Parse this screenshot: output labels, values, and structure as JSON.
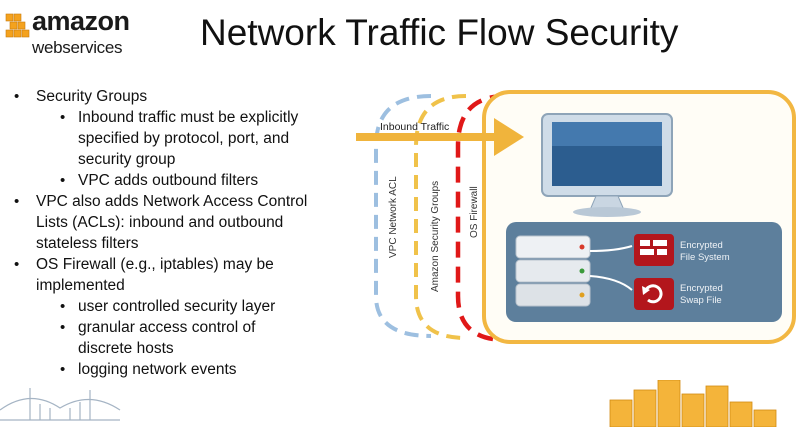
{
  "logo": {
    "line1": "amazon",
    "line2": "webservices",
    "icon": "aws-cubes-icon"
  },
  "slide": {
    "title": "Network Traffic Flow Security"
  },
  "bullets": [
    {
      "level": 1,
      "text": "Security Groups"
    },
    {
      "level": 2,
      "text": "Inbound traffic must be explicitly"
    },
    {
      "level": 0,
      "text": "specified by protocol, port, and"
    },
    {
      "level": 0,
      "text": "security group"
    },
    {
      "level": 2,
      "text": "VPC adds outbound filters"
    },
    {
      "level": 1,
      "text": "VPC also adds Network Access Control"
    },
    {
      "level": 0,
      "text": "Lists (ACLs): inbound and outbound"
    },
    {
      "level": 0,
      "text": "stateless filters"
    },
    {
      "level": 1,
      "text": "OS Firewall (e.g., iptables) may be"
    },
    {
      "level": 0,
      "text": "implemented"
    },
    {
      "level": 2,
      "text": "user controlled security layer"
    },
    {
      "level": 2,
      "text": "granular access control of"
    },
    {
      "level": 0,
      "text": "discrete hosts"
    },
    {
      "level": 2,
      "text": "logging network events"
    }
  ],
  "diagram": {
    "inbound_label": "Inbound Traffic",
    "layer_vpc_acl": "VPC Network ACL",
    "layer_security_groups": "Amazon Security Groups",
    "layer_os_firewall": "OS Firewall",
    "encrypted_fs_line1": "Encrypted",
    "encrypted_fs_line2": "File System",
    "encrypted_swap_line1": "Encrypted",
    "encrypted_swap_line2": "Swap File",
    "colors": {
      "vpc_acl": "#9dbfe0",
      "security_groups": "#f0c24a",
      "os_firewall": "#e01818",
      "instance_border": "#f2b742",
      "arrow": "#f0b43c",
      "encryption_panel": "#5d7f9c",
      "encryption_icon": "#b3161c"
    }
  }
}
